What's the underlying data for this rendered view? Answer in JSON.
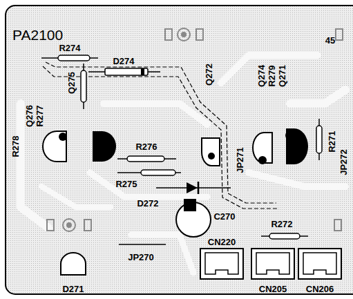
{
  "diagram": {
    "title": "PA2100",
    "labels": [
      "45",
      "R274",
      "D274",
      "R278",
      "Q276",
      "R277",
      "Q275",
      "Q272",
      "JP271",
      "Q274",
      "R279",
      "Q271",
      "R271",
      "JP272",
      "R276",
      "R275",
      "D272",
      "C270",
      "R272",
      "CN220",
      "CN205",
      "CN206",
      "JP270",
      "D271"
    ]
  }
}
